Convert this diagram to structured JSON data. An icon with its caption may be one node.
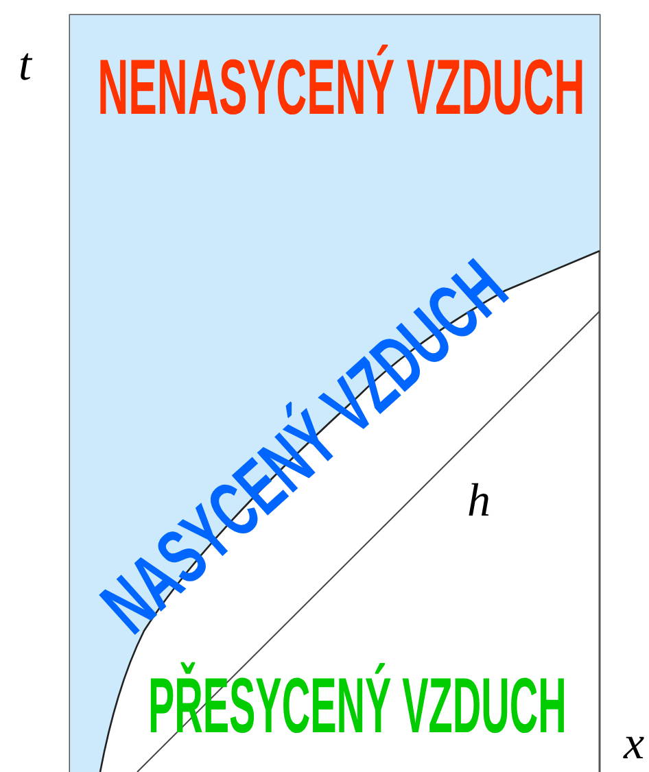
{
  "diagram": {
    "labels": [
      "t",
      "NENASYCENÝ VZDUCH",
      "NASYCENÝ VZDUCH",
      "h",
      "PŘESYCENÝ VZDUCH",
      "x"
    ]
  }
}
